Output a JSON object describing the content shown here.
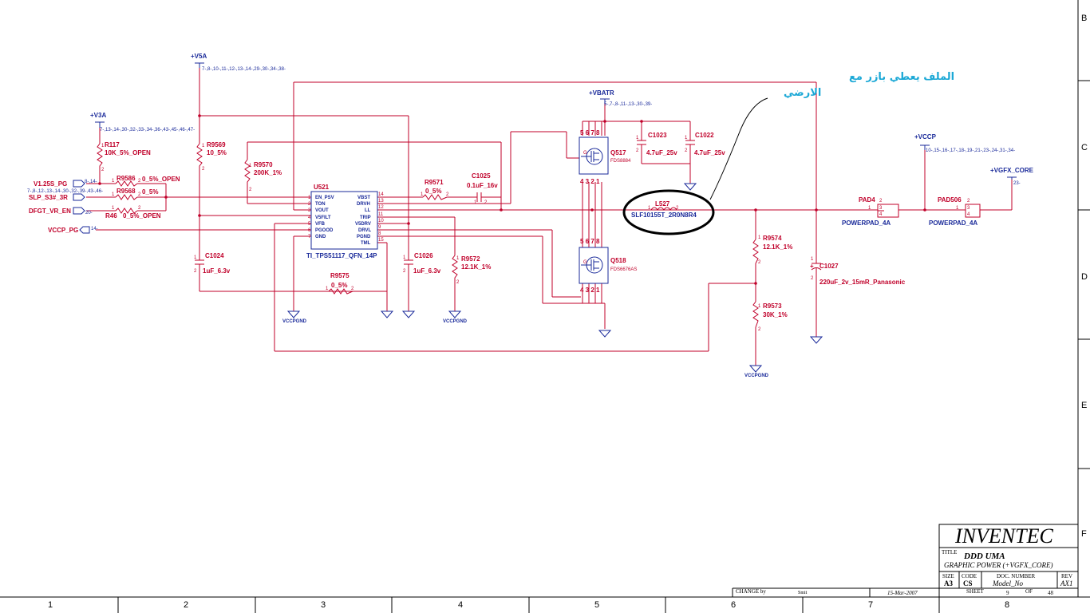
{
  "annotation": {
    "line1": "الملف يعطي بازر مع",
    "line2": "الارضي"
  },
  "rails": {
    "v5a": "+V5A",
    "v5a_ref": "7-,8-,10-,11-,12-,13-,14-,29-,30-,34-,38-",
    "v3a": "+V3A",
    "v3a_ref": "7-,13-,14-,30-,32-,33-,34-,36-,43-,45-,46-,47-",
    "vbatr": "+VBATR",
    "vbatr_ref": "5-,7-,8-,11-,13-,30-,39-",
    "vccp": "+VCCP",
    "vccp_ref": "10-,15-,16-,17-,18-,19-,21-,23-,24-,31-,34-",
    "vgfx": "+VGFX_CORE",
    "vgfx_ref": "23-"
  },
  "ports": {
    "v125": "V1.25S_PG",
    "v125_ref": "8-,14-",
    "slp": "SLP_S3#_3R",
    "slp_ref": "7-,8-,12-,13-,14-,30-,32-,39-,43-,46-",
    "dfgt": "DFGT_VR_EN",
    "dfgt_ref": "20-",
    "vccppg": "VCCP_PG",
    "vccppg_ref": "14-"
  },
  "ic": {
    "ref": "U521",
    "part": "TI_TPS51117_QFN_14P",
    "left_pins": [
      "EN_PSV",
      "TON",
      "VOUT",
      "V5FILT",
      "VFB",
      "PGOOD",
      "GND"
    ],
    "left_nums": [
      "1",
      "2",
      "3",
      "4",
      "5",
      "6",
      "7"
    ],
    "right_pins": [
      "VBST",
      "DRVH",
      "LL",
      "TRIP",
      "V5DRV",
      "DRVL",
      "PGND",
      "TML"
    ],
    "right_nums": [
      "14",
      "13",
      "12",
      "11",
      "10",
      "9",
      "8",
      "15"
    ]
  },
  "parts": {
    "r117": "R117",
    "r117_val": "10K_5%_OPEN",
    "r9586": "R9586",
    "r9586_val": "0_5%_OPEN",
    "r9568": "R9568",
    "r9568_val": "0_5%",
    "r46": "R46",
    "r46_val": "0_5%_OPEN",
    "r9569": "R9569",
    "r9569_val": "10_5%",
    "r9570": "R9570",
    "r9570_val": "200K_1%",
    "r9571": "R9571",
    "r9571_val": "0_5%",
    "c1025": "C1025",
    "c1025_val": "0.1uF_16v",
    "c1024": "C1024",
    "c1024_val": "1uF_6.3v",
    "c1026": "C1026",
    "c1026_val": "1uF_6.3v",
    "r9572": "R9572",
    "r9572_val": "12.1K_1%",
    "r9575": "R9575",
    "r9575_val": "0_5%",
    "q517": "Q517",
    "q517_part": "FDS8884",
    "q518": "Q518",
    "q518_part": "FDS6676AS",
    "c1023": "C1023",
    "c1023_val": "4.7uF_25v",
    "c1022": "C1022",
    "c1022_val": "4.7uF_25v",
    "l527": "L527",
    "l527_val": "SLF10155T_2R0N8R4",
    "r9574": "R9574",
    "r9574_val": "12.1K_1%",
    "r9573": "R9573",
    "r9573_val": "30K_1%",
    "c1027": "C1027",
    "c1027_val": "220uF_2v_15mR_Panasonic",
    "pad4": "PAD4",
    "pad506": "PAD506",
    "pad_val": "POWERPAD_4A",
    "gnd": "VCCPGND",
    "mos_top": "5 6 7 8",
    "mos_bot": "4 3 2 1"
  },
  "title_block": {
    "company": "INVENTEC",
    "title_label": "TITLE",
    "title1": "DDD UMA",
    "title2": "GRAPHIC POWER (+VGFX_CORE)",
    "size_label": "SIZE",
    "size": "A3",
    "code_label": "CODE",
    "code": "CS",
    "doc_label": "DOC. NUMBER",
    "doc": "Model_No",
    "rev_label": "REV",
    "rev": "AX1",
    "change_label": "CHANGE by",
    "change_by": "Smit",
    "date": "15-Mar-2007",
    "sheet_label": "SHEET",
    "sheet": "9",
    "of_label": "OF",
    "of": "48"
  },
  "grid": {
    "cols": [
      "1",
      "2",
      "3",
      "4",
      "5",
      "6",
      "7",
      "8"
    ],
    "rows": [
      "B",
      "C",
      "D",
      "E",
      "F"
    ]
  }
}
